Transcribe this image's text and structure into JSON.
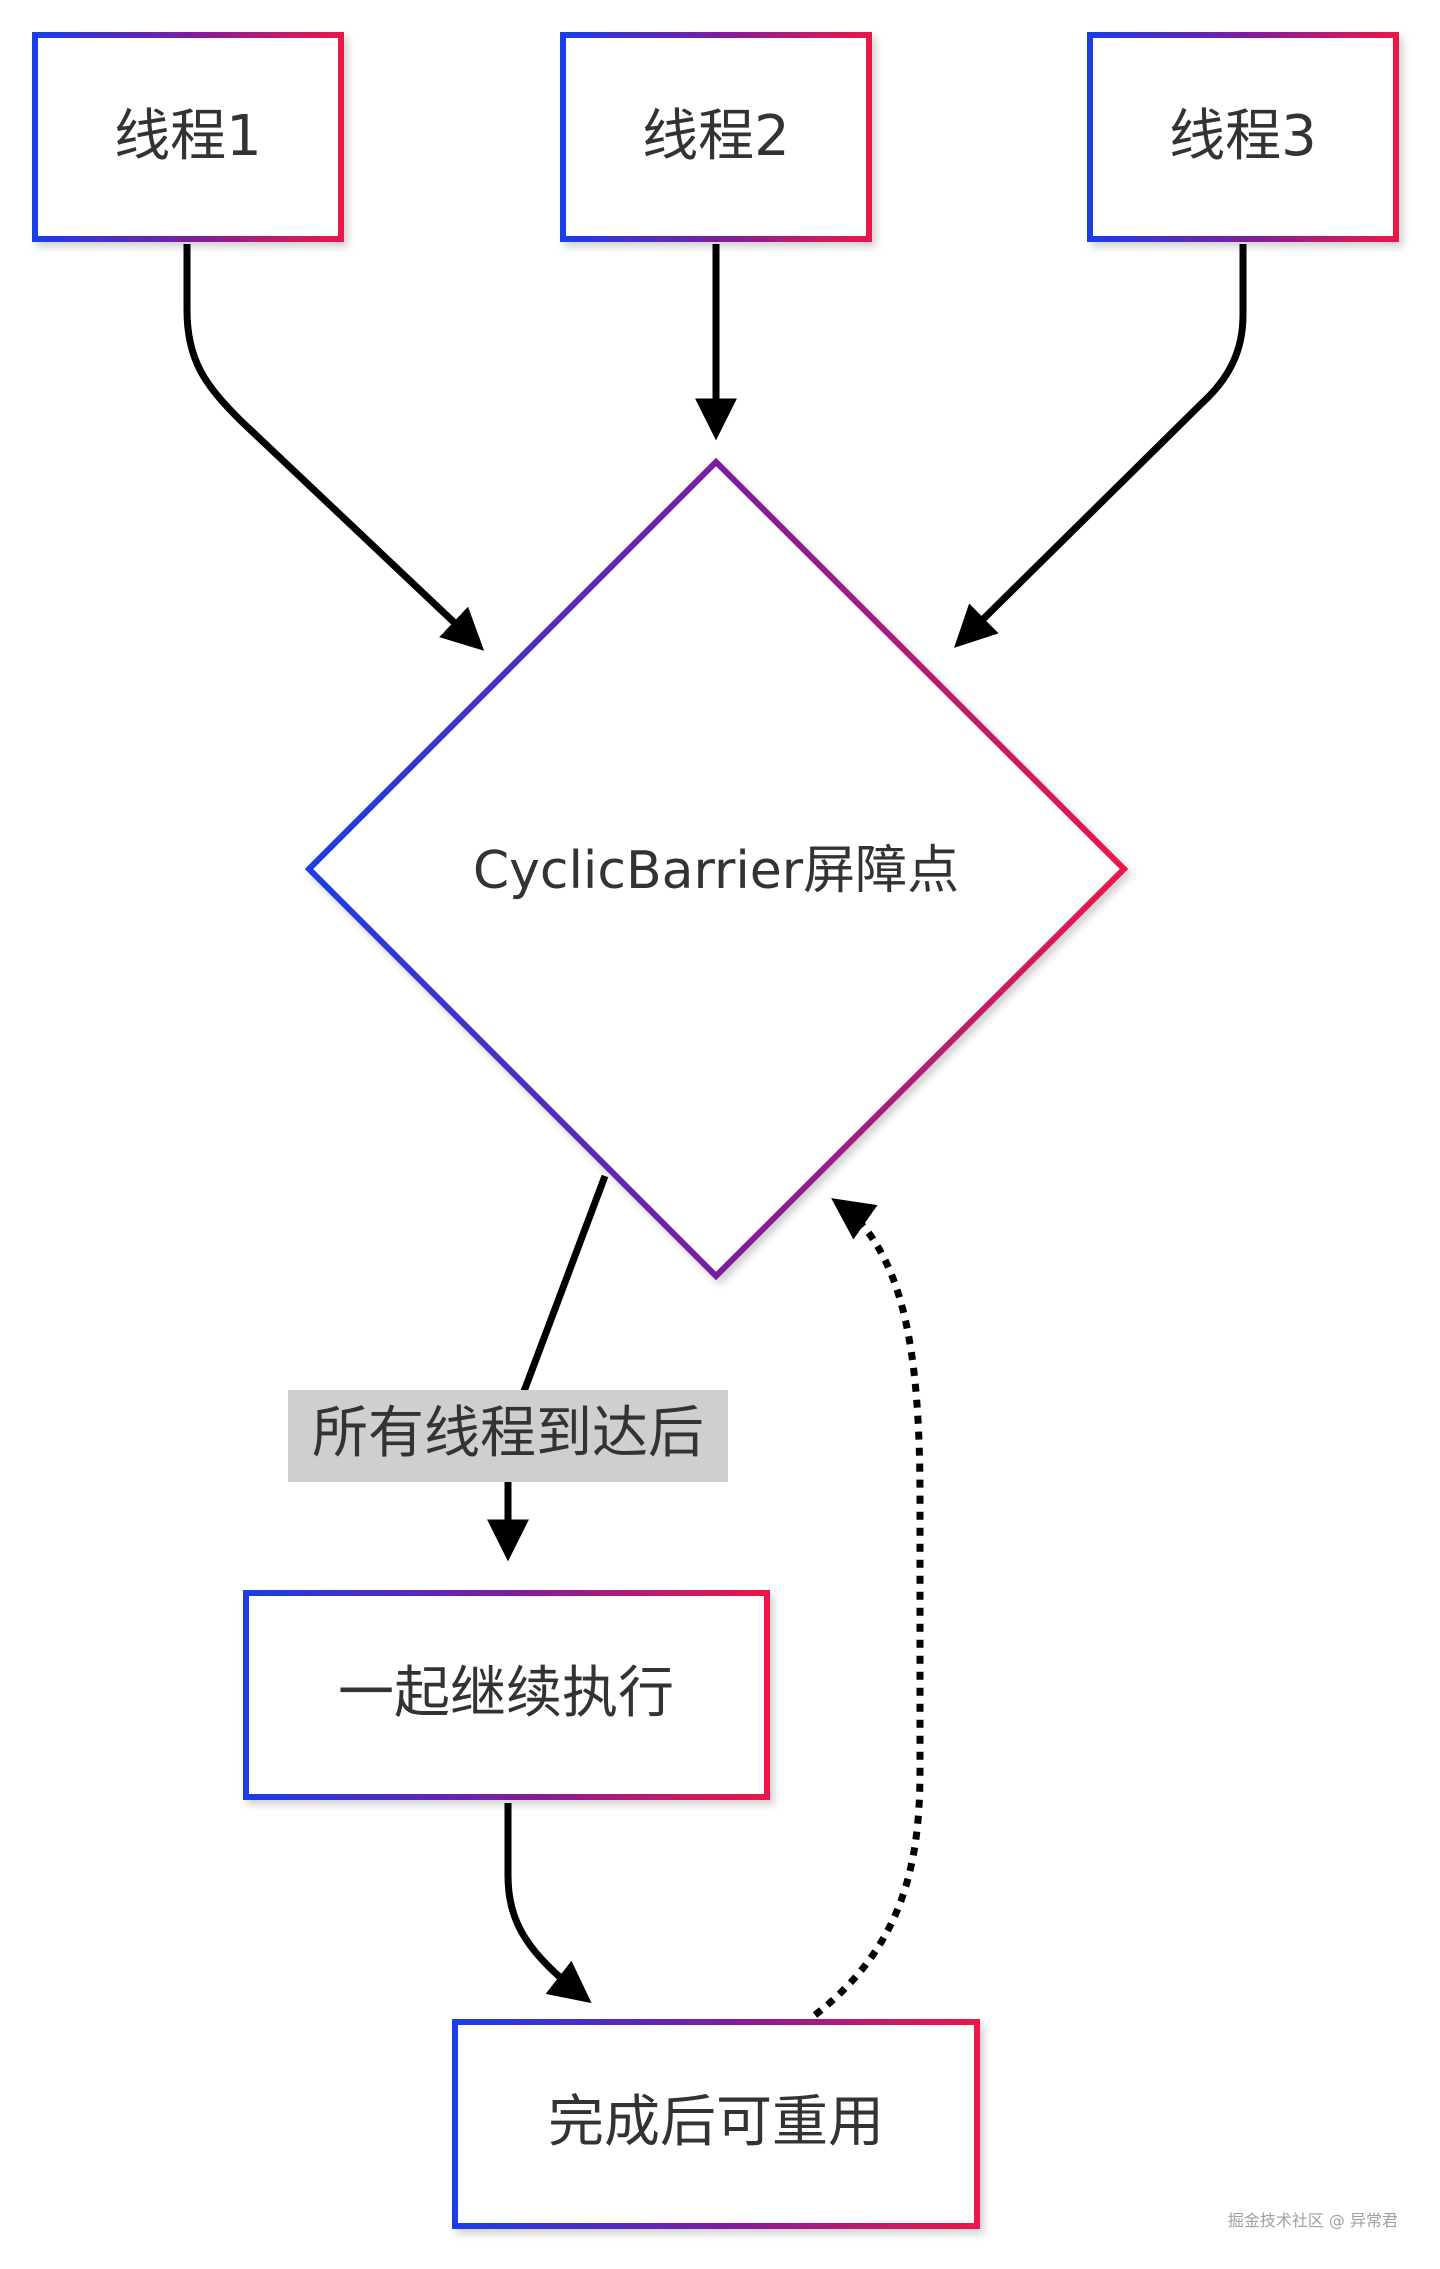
{
  "diagram": {
    "colors": {
      "gradient_start": "#1a3de8",
      "gradient_mid": "#7a1fa0",
      "gradient_end": "#ec1848",
      "arrow": "#000000",
      "text": "#333333",
      "label_background": "#cfcfcf",
      "node_fill": "#ffffff"
    },
    "nodes": {
      "thread1": {
        "label": "线程1"
      },
      "thread2": {
        "label": "线程2"
      },
      "thread3": {
        "label": "线程3"
      },
      "barrier": {
        "label": "CyclicBarrier屏障点"
      },
      "continue": {
        "label": "一起继续执行"
      },
      "reuse": {
        "label": "完成后可重用"
      }
    },
    "edges": {
      "all_arrived": {
        "label": "所有线程到达后"
      },
      "reuse_loop": {
        "style": "dashed"
      }
    },
    "watermark": "掘金技术社区 @ 异常君"
  }
}
